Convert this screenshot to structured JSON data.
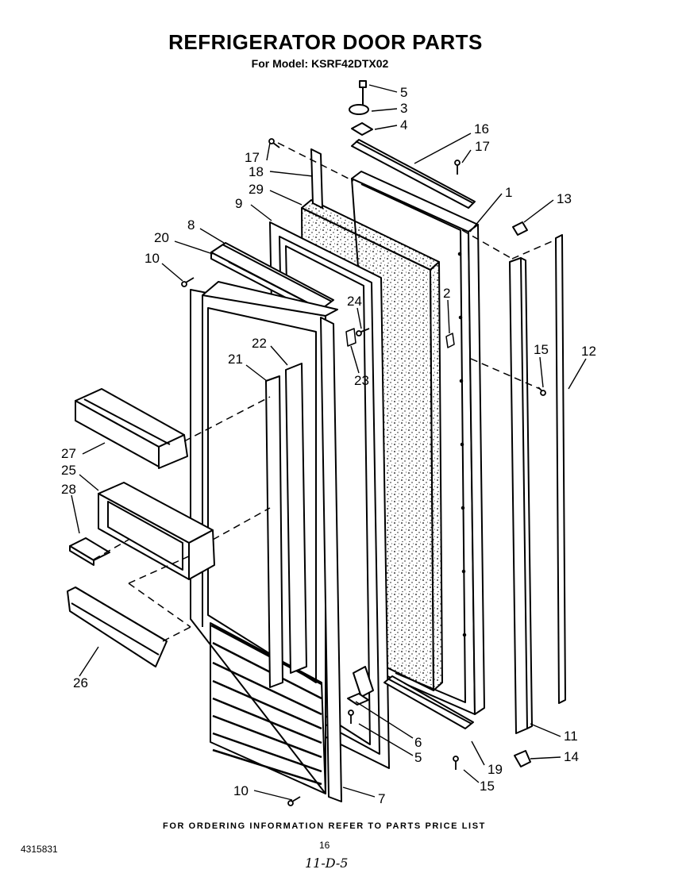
{
  "header": {
    "title": "REFRIGERATOR DOOR PARTS",
    "subtitle": "For Model: KSRF42DTX02"
  },
  "footer": {
    "ordering_note": "FOR ORDERING INFORMATION REFER TO PARTS PRICE LIST",
    "doc_number": "4315831",
    "page_number": "16",
    "handwritten_date": "11-D-5"
  },
  "callouts": [
    {
      "id": "c5a",
      "label": "5"
    },
    {
      "id": "c3",
      "label": "3"
    },
    {
      "id": "c4",
      "label": "4"
    },
    {
      "id": "c16",
      "label": "16"
    },
    {
      "id": "c17a",
      "label": "17"
    },
    {
      "id": "c17b",
      "label": "17"
    },
    {
      "id": "c18",
      "label": "18"
    },
    {
      "id": "c29",
      "label": "29"
    },
    {
      "id": "c9",
      "label": "9"
    },
    {
      "id": "c1",
      "label": "1"
    },
    {
      "id": "c13",
      "label": "13"
    },
    {
      "id": "c8",
      "label": "8"
    },
    {
      "id": "c20",
      "label": "20"
    },
    {
      "id": "c10a",
      "label": "10"
    },
    {
      "id": "c2",
      "label": "2"
    },
    {
      "id": "c24",
      "label": "24"
    },
    {
      "id": "c15a",
      "label": "15"
    },
    {
      "id": "c12",
      "label": "12"
    },
    {
      "id": "c22",
      "label": "22"
    },
    {
      "id": "c21",
      "label": "21"
    },
    {
      "id": "c23",
      "label": "23"
    },
    {
      "id": "c27",
      "label": "27"
    },
    {
      "id": "c25",
      "label": "25"
    },
    {
      "id": "c28",
      "label": "28"
    },
    {
      "id": "c26",
      "label": "26"
    },
    {
      "id": "c6",
      "label": "6"
    },
    {
      "id": "c5b",
      "label": "5"
    },
    {
      "id": "c11",
      "label": "11"
    },
    {
      "id": "c19",
      "label": "19"
    },
    {
      "id": "c14",
      "label": "14"
    },
    {
      "id": "c15b",
      "label": "15"
    },
    {
      "id": "c10b",
      "label": "10"
    },
    {
      "id": "c7",
      "label": "7"
    }
  ]
}
